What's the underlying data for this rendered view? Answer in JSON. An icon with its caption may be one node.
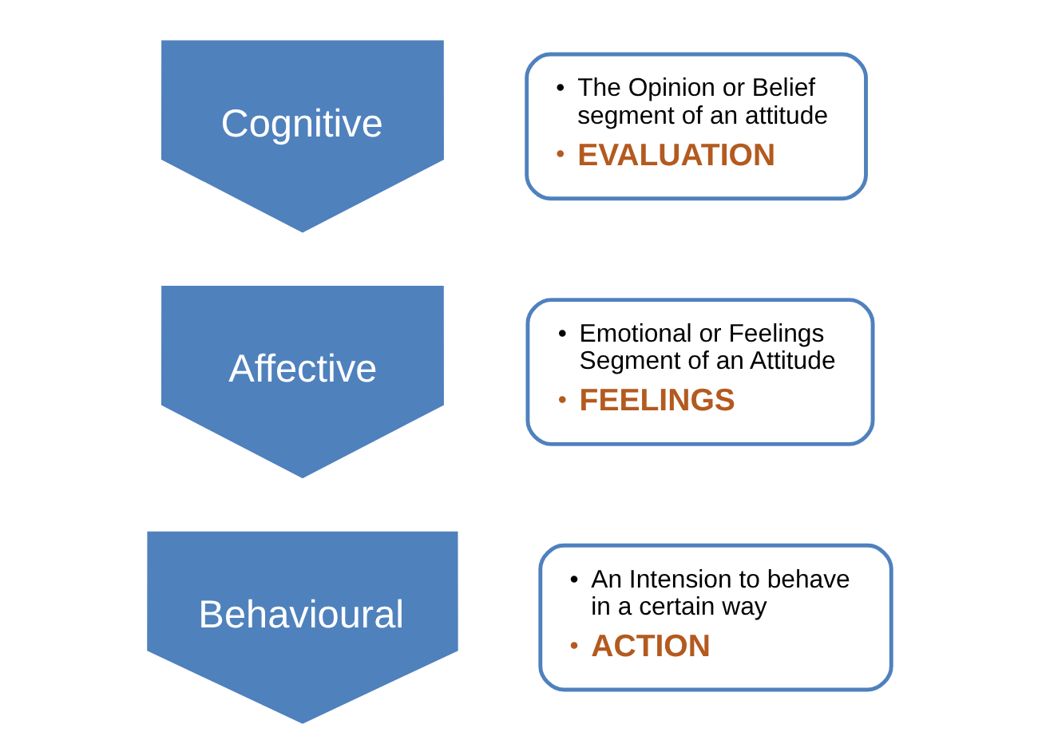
{
  "diagram": {
    "nodes": [
      {
        "text": [
          "Cognitive"
        ]
      },
      {
        "text": [
          "• The Opinion or Belief segment of an attitude",
          "• EVALUATION"
        ]
      },
      {
        "text": [
          "Affective"
        ]
      },
      {
        "text": [
          "• Emotional or Feelings Segment of an Attitude",
          "• FEELINGS"
        ]
      },
      {
        "text": [
          "Behavioural"
        ]
      },
      {
        "text": [
          "• An Intension to behave in a certain way",
          "• ACTION"
        ]
      }
    ],
    "edges": []
  }
}
